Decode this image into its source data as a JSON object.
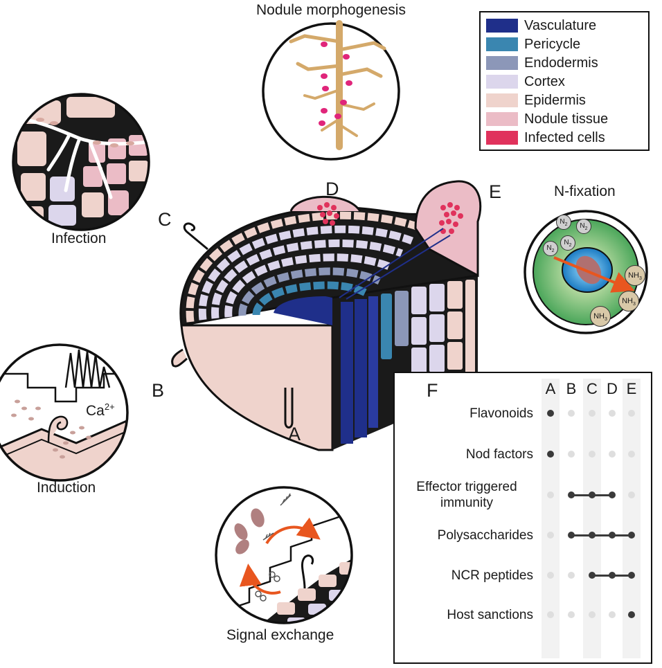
{
  "labels": {
    "nodule_morphogenesis": "Nodule morphogenesis",
    "infection": "Infection",
    "induction": "Induction",
    "signal_exchange": "Signal exchange",
    "n_fixation": "N-fixation",
    "calcium": "Ca",
    "calcium_sup": "2+",
    "n2": "N",
    "n2_sub": "2",
    "nh3": "NH",
    "nh3_sub": "3"
  },
  "stage_letters": {
    "a": "A",
    "b": "B",
    "c": "C",
    "d": "D",
    "e": "E",
    "f": "F"
  },
  "legend": [
    {
      "label": "Vasculature",
      "color": "#1f2f8a"
    },
    {
      "label": "Pericycle",
      "color": "#3a86b0"
    },
    {
      "label": "Endodermis",
      "color": "#8c97b8"
    },
    {
      "label": "Cortex",
      "color": "#dcd6ec"
    },
    {
      "label": "Epidermis",
      "color": "#efd3cc"
    },
    {
      "label": "Nodule tissue",
      "color": "#ebbcc6"
    },
    {
      "label": "Infected cells",
      "color": "#e0325c"
    }
  ],
  "matrix": {
    "columns": [
      "A",
      "B",
      "C",
      "D",
      "E"
    ],
    "rows": [
      {
        "label": "Flavonoids",
        "active": [
          true,
          false,
          false,
          false,
          false
        ]
      },
      {
        "label": "Nod factors",
        "active": [
          true,
          false,
          false,
          false,
          false
        ]
      },
      {
        "label": "Effector triggered immunity",
        "active": [
          false,
          true,
          true,
          true,
          false
        ]
      },
      {
        "label": "Polysaccharides",
        "active": [
          false,
          true,
          true,
          true,
          true
        ]
      },
      {
        "label": "NCR peptides",
        "active": [
          false,
          false,
          true,
          true,
          true
        ]
      },
      {
        "label": "Host sanctions",
        "active": [
          false,
          false,
          false,
          false,
          true
        ]
      }
    ]
  },
  "colors": {
    "outline": "#1a1a1a",
    "root": "#d4a96a",
    "nodule_dot": "#e0257a",
    "arrow": "#e8561f",
    "inactive_dot": "#dedede",
    "active_dot": "#3a3a3a",
    "column_band": "#f2f2f2"
  }
}
